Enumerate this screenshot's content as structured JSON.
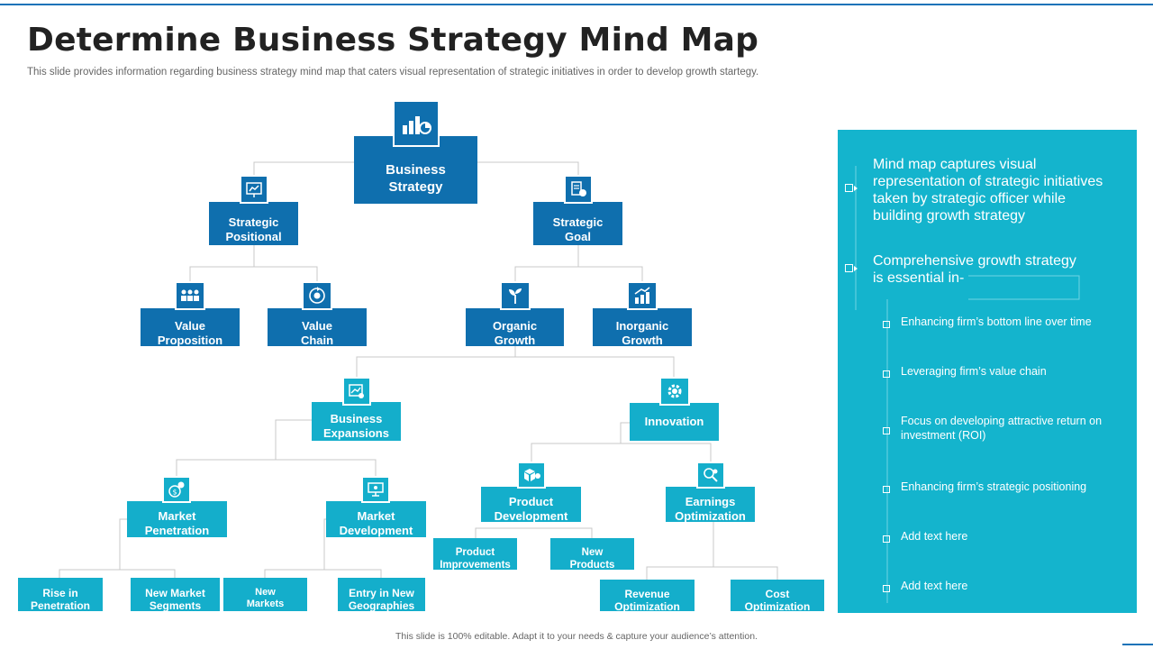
{
  "header": {
    "title": "Determine Business Strategy Mind Map",
    "subtitle": "This slide provides information regarding business strategy mind map that caters visual representation of strategic initiatives in order to develop growth startegy."
  },
  "colors": {
    "dark": "#0f6fae",
    "light": "#14aecb",
    "panel": "#14b4cd",
    "accent": "#1a73b8"
  },
  "nodes": {
    "business_strategy": {
      "label": "Business\nStrategy",
      "icon": "bar-chart-icon"
    },
    "strategic_positional": {
      "label": "Strategic\nPositional",
      "icon": "strategy-board-icon"
    },
    "strategic_goal": {
      "label": "Strategic\nGoal",
      "icon": "goal-checklist-icon"
    },
    "value_proposition": {
      "label": "Value\nProposition",
      "icon": "team-icon"
    },
    "value_chain": {
      "label": "Value\nChain",
      "icon": "cycle-icon"
    },
    "organic_growth": {
      "label": "Organic\nGrowth",
      "icon": "plant-icon"
    },
    "inorganic_growth": {
      "label": "Inorganic\nGrowth",
      "icon": "growth-arrow-icon"
    },
    "business_expansions": {
      "label": "Business\nExpansions",
      "icon": "chart-search-icon"
    },
    "innovation": {
      "label": "Innovation",
      "icon": "gear-icon"
    },
    "market_penetration": {
      "label": "Market\nPenetration",
      "icon": "dollar-icon"
    },
    "market_development": {
      "label": "Market\nDevelopment",
      "icon": "presentation-icon"
    },
    "product_development": {
      "label": "Product\nDevelopment",
      "icon": "box-icon"
    },
    "earnings_optimization": {
      "label": "Earnings\nOptimization",
      "icon": "magnifier-icon"
    },
    "rise_in_penetration": {
      "label": "Rise in\nPenetration"
    },
    "new_market_segments": {
      "label": "New Market\nSegments"
    },
    "new_markets": {
      "label": "New\nMarkets"
    },
    "entry_in_new_geographies": {
      "label": "Entry in New\nGeographies"
    },
    "product_improvements": {
      "label": "Product\nImprovements"
    },
    "new_products": {
      "label": "New\nProducts"
    },
    "revenue_optimization": {
      "label": "Revenue\nOptimization"
    },
    "cost_optimization": {
      "label": "Cost\nOptimization"
    }
  },
  "panel": {
    "intro": "Mind map captures visual representation of strategic initiatives taken by strategic officer while building growth strategy",
    "heading": "Comprehensive growth strategy is essential in-",
    "items": [
      "Enhancing firm’s bottom line over time",
      "Leveraging  firm’s value chain",
      "Focus on developing  attractive return on investment (ROI)",
      "Enhancing firm’s strategic positioning",
      "Add text here",
      "Add text here"
    ]
  },
  "footer": {
    "text": "This slide is 100% editable.  Adapt it to your needs & capture your audience’s attention."
  }
}
